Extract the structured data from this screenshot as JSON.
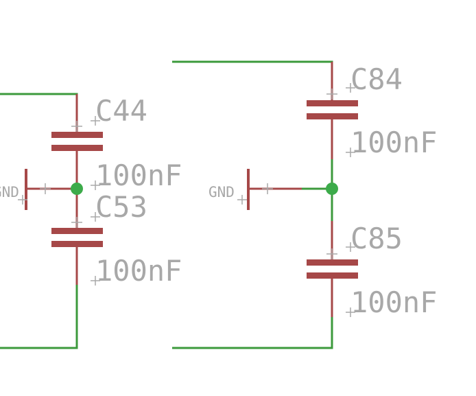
{
  "colors": {
    "wire": "#3c9a3c",
    "component": "#a64848",
    "junction": "#3cab4a",
    "text": "#a8a8a8",
    "cross": "#a8a8a8"
  },
  "components": {
    "c44": {
      "name": "C44",
      "value": "100nF"
    },
    "c53": {
      "name": "C53",
      "value": "100nF"
    },
    "c84": {
      "name": "C84",
      "value": "100nF"
    },
    "c85": {
      "name": "C85",
      "value": "100nF"
    }
  },
  "gnd_left": {
    "label": "GND"
  },
  "gnd_right": {
    "label": "GND"
  }
}
